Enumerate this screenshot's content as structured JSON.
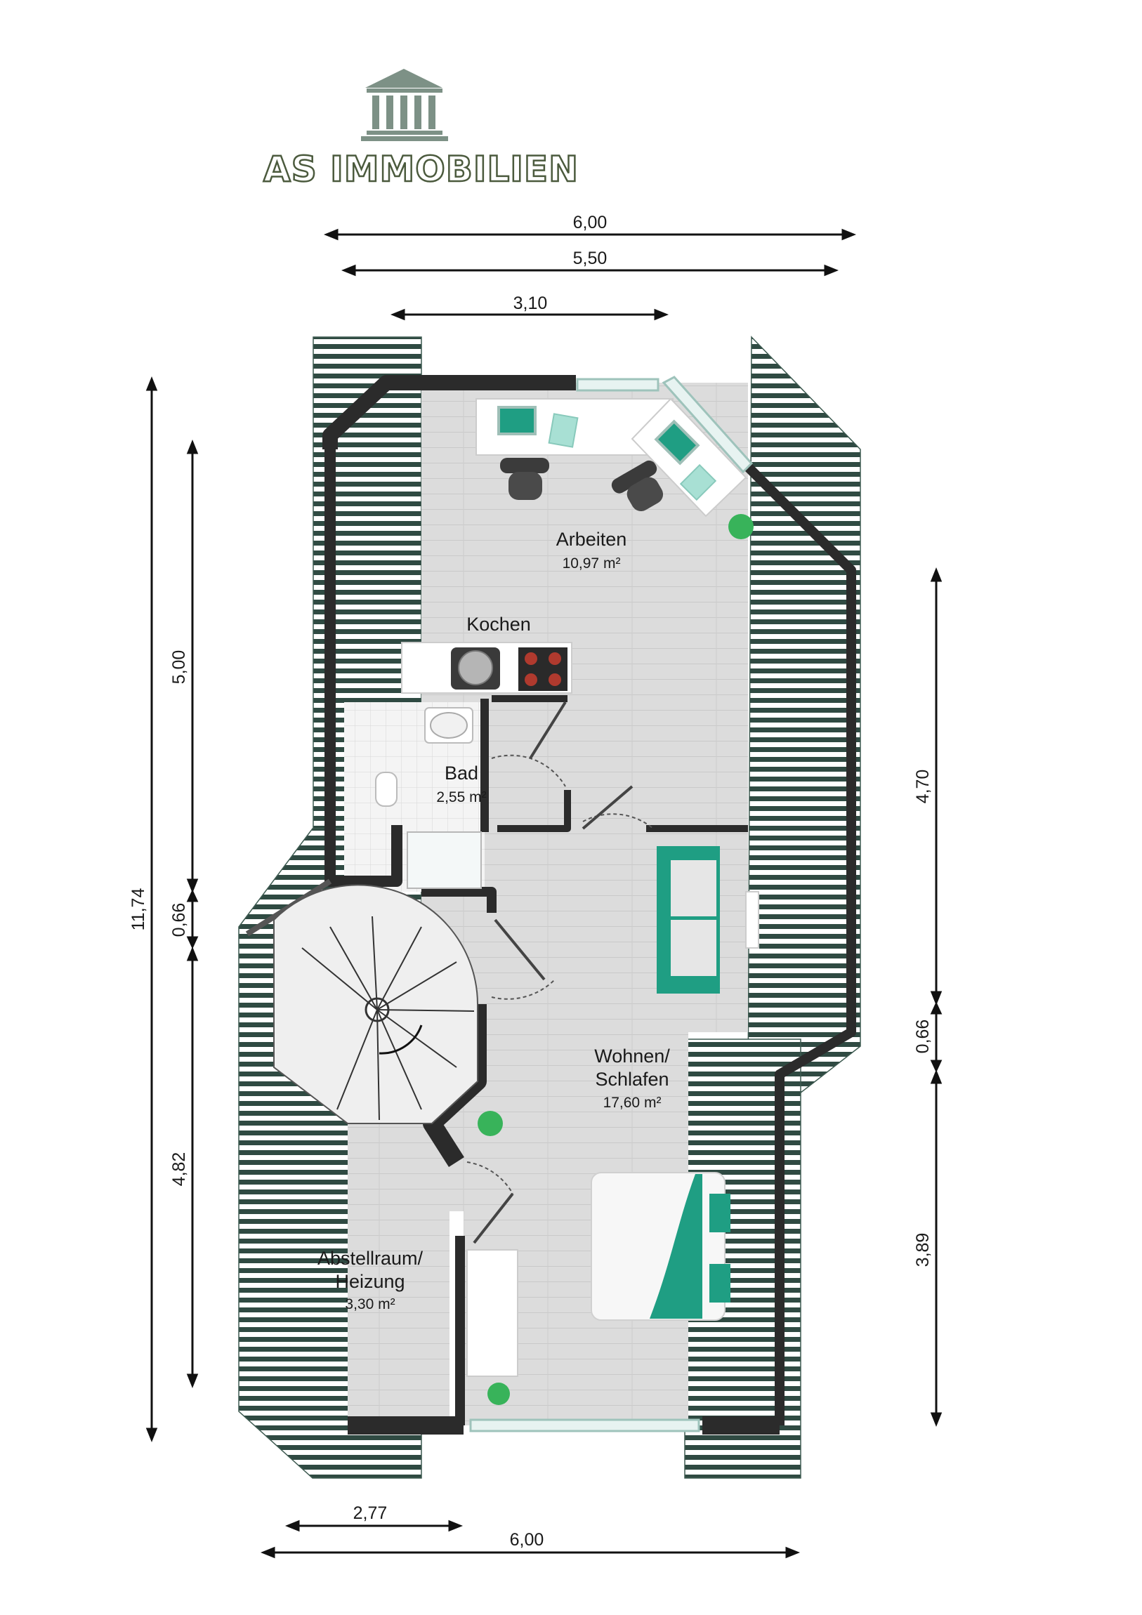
{
  "logo": {
    "name": "AS IMMOBILIEN"
  },
  "colors": {
    "accent": "#1f9e83",
    "wall": "#2b2b2b",
    "floor": "#d8d8d8",
    "roof": "#2f4a42"
  },
  "rooms": {
    "arbeiten": {
      "name": "Arbeiten",
      "area": "10,97 m²"
    },
    "kochen": {
      "name": "Kochen"
    },
    "bad": {
      "name": "Bad",
      "area": "2,55 m²"
    },
    "wohnen": {
      "name_line1": "Wohnen/",
      "name_line2": "Schlafen",
      "area": "17,60 m²"
    },
    "abstell": {
      "name_line1": "Abstellraum/",
      "name_line2": "Heizung",
      "area": "3,30 m²"
    }
  },
  "dimensions": {
    "top_600": "6,00",
    "top_550": "5,50",
    "top_310": "3,10",
    "left_1174": "11,74",
    "left_500": "5,00",
    "left_066": "0,66",
    "left_482": "4,82",
    "right_470": "4,70",
    "right_066": "0,66",
    "right_389": "3,89",
    "bottom_277": "2,77",
    "bottom_600": "6,00"
  }
}
